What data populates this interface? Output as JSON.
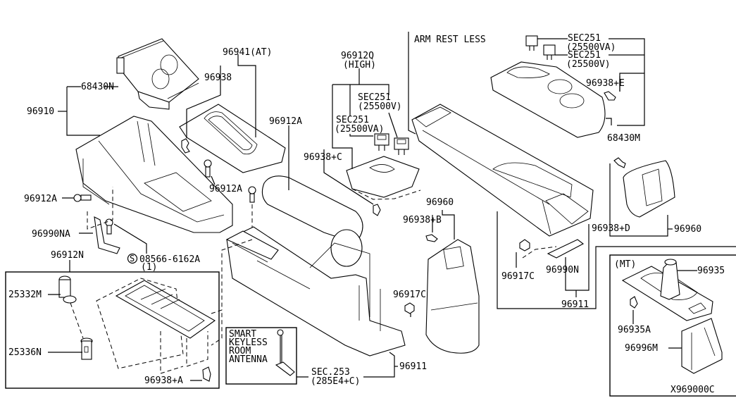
{
  "diagram": {
    "code": "X969000C",
    "callouts": {
      "c68430N": "68430N",
      "c96910": "96910",
      "c96941": "96941(AT)",
      "c96938": "96938",
      "c96912A_mid": "96912A",
      "c96912A_center": "96912A",
      "c96912A_left": "96912A",
      "c96990NA": "96990NA",
      "c08566": "08566-6162A",
      "c08566_qty": "(1)",
      "c96912N": "96912N",
      "c25332M": "25332M",
      "c25336N": "25336N",
      "c96938A": "96938+A",
      "c96912Q": "96912Q",
      "c96912Q_sub": "(HIGH)",
      "cSec251_v_1": "SEC251",
      "cSec251_v_1_sub": "(25500V)",
      "cSec251_va_1": "SEC251",
      "cSec251_va_1_sub": "(25500VA)",
      "c96938C": "96938+C",
      "c96960_mid": "96960",
      "c96938B": "96938+B",
      "c96917C_mid": "96917C",
      "c96911_bottom": "96911",
      "cSec253": "SEC.253",
      "cSec253_sub": "(285E4+C)",
      "armRestLess": "ARM REST LESS",
      "cSec251_va_2": "SEC251",
      "cSec251_va_2_sub": "(25500VA)",
      "cSec251_v_2": "SEC251",
      "cSec251_v_2_sub": "(25500V)",
      "c96938E": "96938+E",
      "c68430M": "68430M",
      "c96938D": "96938+D",
      "c96960_right": "96960",
      "c96917C_right": "96917C",
      "c96990N": "96990N",
      "c96911_right": "96911",
      "mtHeader": "(MT)",
      "c96935": "96935",
      "c96935A": "96935A",
      "c96996M": "96996M",
      "symbolS": "S"
    },
    "antennaBox": {
      "lines": [
        "SMART",
        "KEYLESS",
        "ROOM",
        "ANTENNA"
      ]
    }
  }
}
